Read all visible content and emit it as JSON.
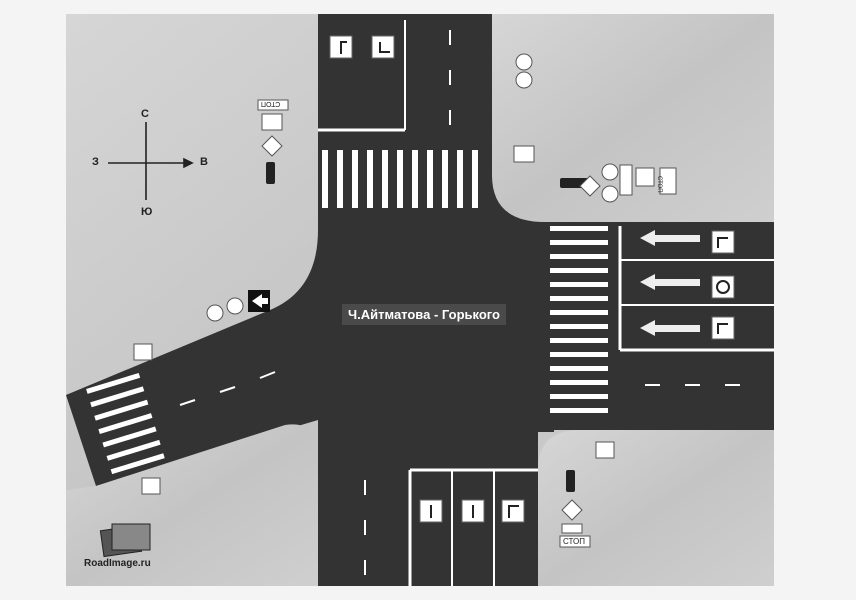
{
  "intersection_label": "Ч.Айтматова - Горького",
  "compass": {
    "north": "С",
    "south": "Ю",
    "west": "З",
    "east": "В"
  },
  "stop_sign_text": "СТОП",
  "watermark": "RoadImage.ru",
  "colors": {
    "page": "#f4f4f4",
    "ground": "#c8c8c8",
    "asphalt": "#333333",
    "marking": "#ffffff",
    "label_bg": "#4a4a4a"
  },
  "icons": [
    "compass-rose-icon",
    "traffic-light-icon",
    "main-road-sign-icon",
    "stop-sign-icon",
    "pedestrian-crossing-sign-icon",
    "lane-direction-sign-icon",
    "arrow-marking-icon",
    "no-turn-sign-icon",
    "roadimage-logo-icon"
  ]
}
